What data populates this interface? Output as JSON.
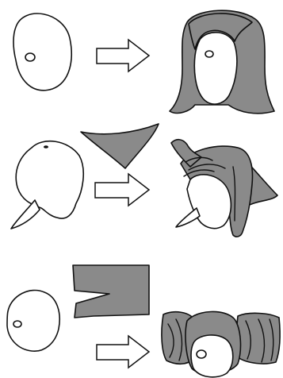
{
  "figure": {
    "rows": [
      {
        "id": "row-1",
        "input": "head-front",
        "output": "long-hair"
      },
      {
        "id": "row-2",
        "inputs": [
          "head-side-with-nose",
          "triangle-scarf"
        ],
        "output": "head-wrapped-in-scarf"
      },
      {
        "id": "row-3",
        "inputs": [
          "head-front",
          "rectangular-cloth"
        ],
        "output": "head-with-puffy-bow"
      }
    ],
    "connector": "hollow-right-arrow",
    "colors": {
      "fill_gray": "#8a8a8a",
      "outline": "#111111",
      "paper": "#ffffff"
    }
  }
}
